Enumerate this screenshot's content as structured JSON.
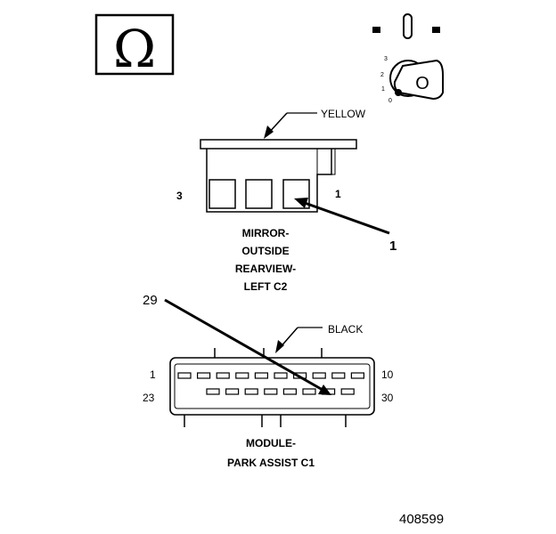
{
  "ignition_symbol": {
    "omega_glyph": "Ω",
    "key_positions": [
      "3",
      "2",
      "1",
      "0"
    ],
    "key_letter": "O"
  },
  "connector_c2": {
    "wire_color": "YELLOW",
    "pin_left": "3",
    "pin_right": "1",
    "callout": "1",
    "name_lines": [
      "MIRROR-",
      "OUTSIDE",
      "REARVIEW-",
      "LEFT C2"
    ]
  },
  "connector_c1": {
    "wire_color": "BLACK",
    "callout": "29",
    "pin_top_left": "1",
    "pin_top_right": "10",
    "pin_bottom_left": "23",
    "pin_bottom_right": "30",
    "name_lines": [
      "MODULE-",
      "PARK ASSIST C1"
    ]
  },
  "figure_number": "408599"
}
